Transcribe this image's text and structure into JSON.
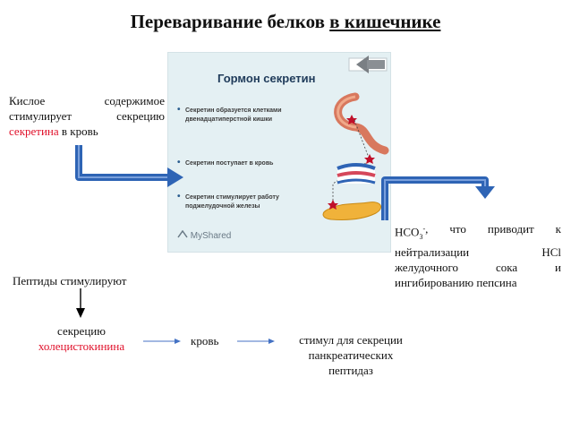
{
  "title": {
    "part1": "Переваривание белков ",
    "part2": "в кишечнике"
  },
  "left_block": {
    "line1_a": "Кислое",
    "line1_b": "содержимое",
    "line2_a": "стимулирует",
    "line2_b": "секрецию",
    "red": "секретина",
    "rest": " в кровь"
  },
  "slide": {
    "title": "Гормон секретин",
    "bullets": [
      "Секретин образуется клетками двенадцатиперстной кишки",
      "Секретин поступает в кровь",
      "Секретин стимулирует работу поджелудочной железы"
    ],
    "watermark": "MyShared"
  },
  "right_block": {
    "hco": "HCO",
    "sub": "3",
    "sup": "-",
    "line1_rest": ", что приводит к",
    "line2_a": "нейтрализации",
    "line2_b": "HCl",
    "line3_a": "желудочного",
    "line3_b": "сока",
    "line3_c": "и",
    "line4": "ингибированию пепсина"
  },
  "peptides": "Пептиды стимулируют",
  "secretion": {
    "line1": "секрецию",
    "red": "холецистокинина"
  },
  "blood": "кровь",
  "stimulus": {
    "line1": "стимул для секреции",
    "line2": "панкреатических",
    "line3": "пептидаз"
  },
  "colors": {
    "accent_red": "#e0102a",
    "arrow_blue": "#2e64b5",
    "slide_bg": "#e4f0f3"
  },
  "icons": [
    "back-arrow-icon",
    "intestine-icon",
    "blood-vessel-icon",
    "pancreas-icon",
    "myshared-logo-icon"
  ]
}
